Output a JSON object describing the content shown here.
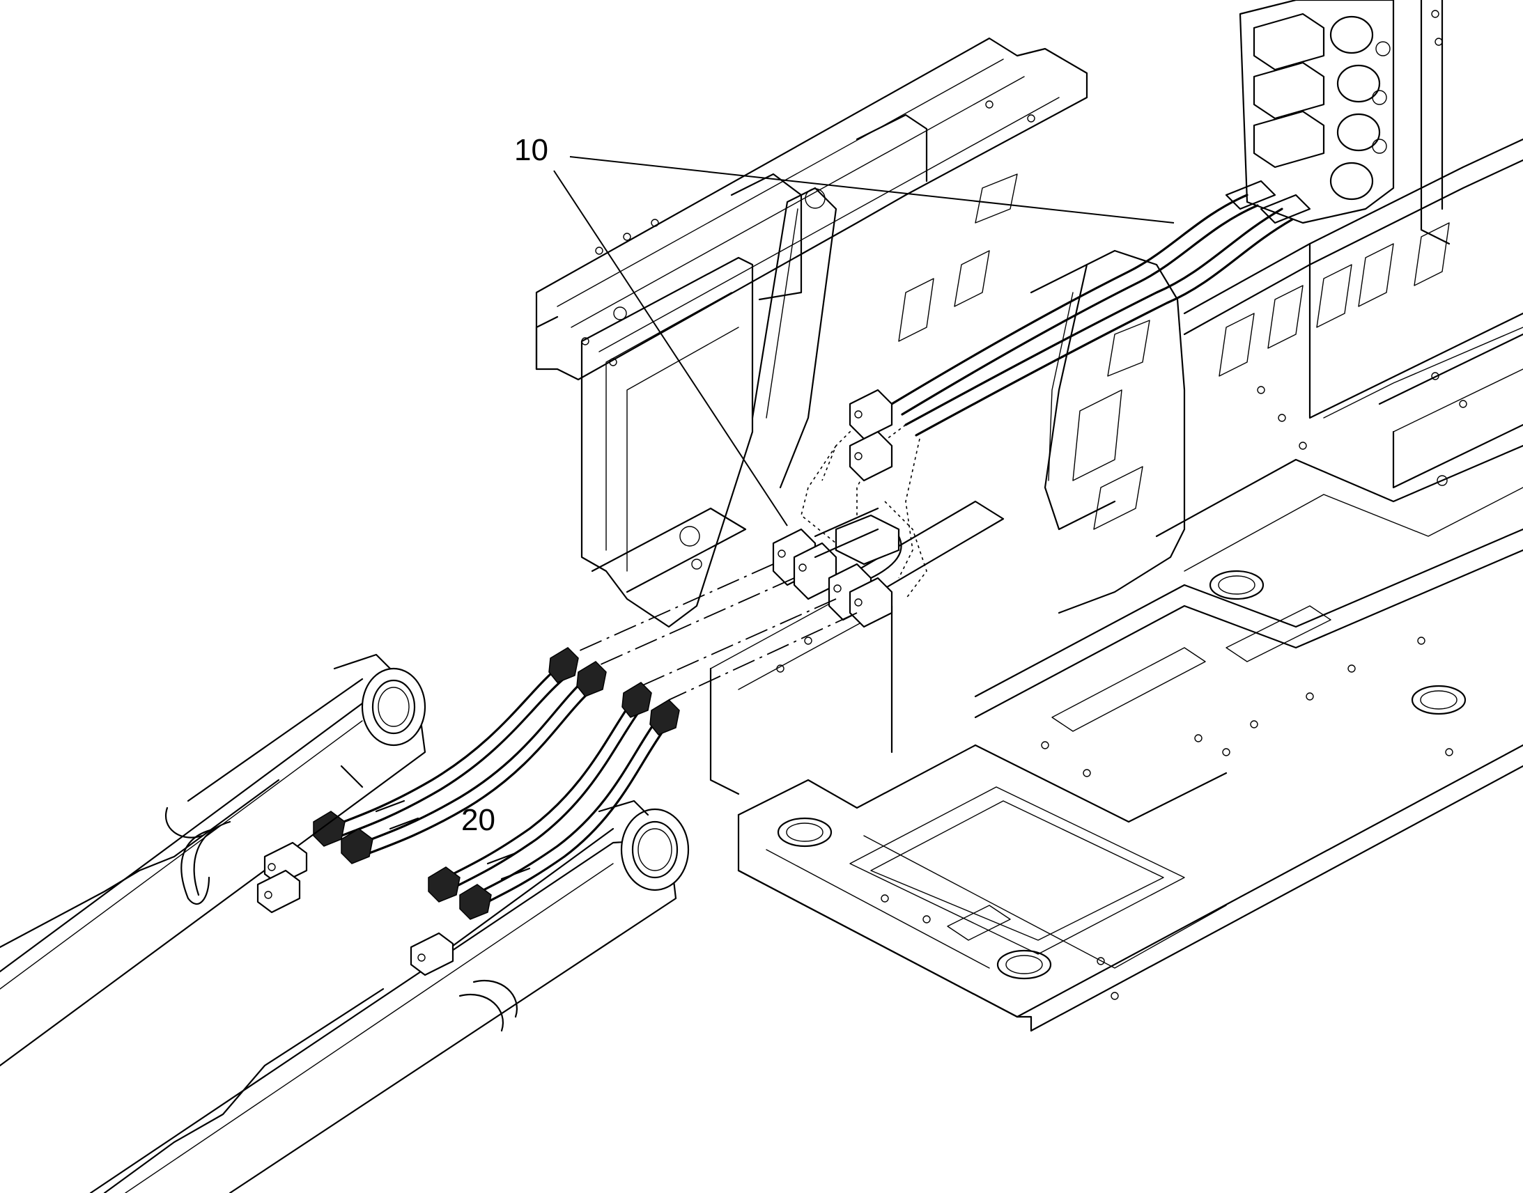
{
  "callouts": [
    {
      "id": "10",
      "label": "10"
    },
    {
      "id": "20",
      "label": "20"
    }
  ],
  "colors": {
    "line": "#000000",
    "background": "#ffffff"
  }
}
